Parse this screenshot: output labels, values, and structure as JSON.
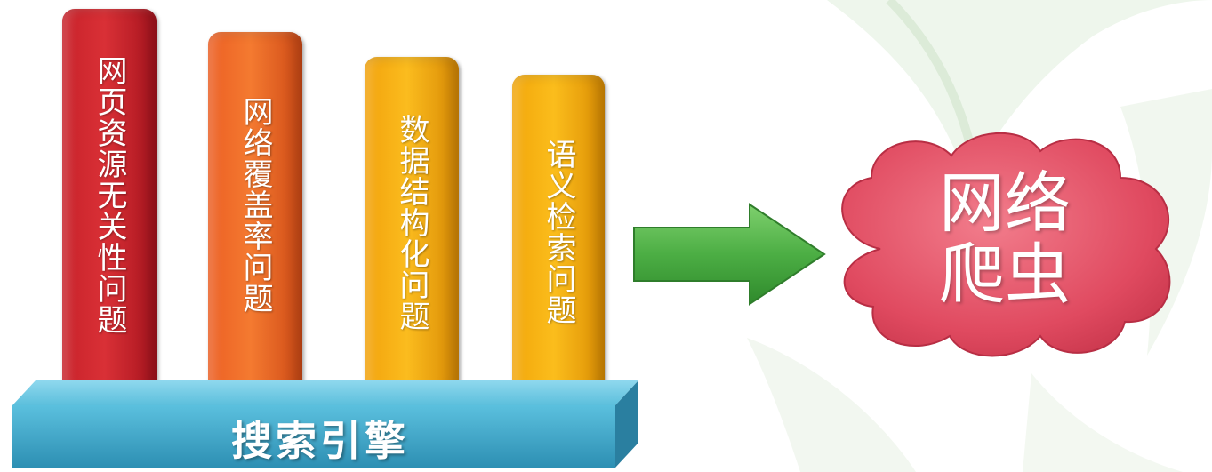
{
  "pillars": [
    {
      "label": "网页资源无关性问题",
      "color": "#d02a30"
    },
    {
      "label": "网络覆盖率问题",
      "color": "#f06a28"
    },
    {
      "label": "数据结构化问题",
      "color": "#f7b014"
    },
    {
      "label": "语义检索问题",
      "color": "#f7b014"
    }
  ],
  "base": {
    "label": "搜索引擎",
    "color": "#3aa6c8"
  },
  "arrow": {
    "color": "#4fb24a"
  },
  "cloud": {
    "line1": "网络",
    "line2": "爬虫",
    "color": "#e55468"
  }
}
